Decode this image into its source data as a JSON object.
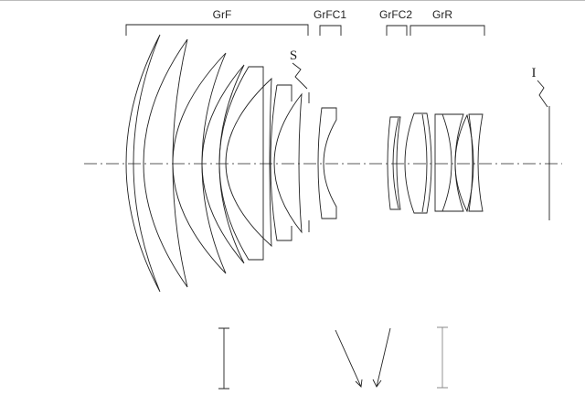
{
  "title": "Optical system lens cross-section",
  "groups": {
    "front": "GrF",
    "focus1": "GrFC1",
    "focus2": "GrFC2",
    "rear": "GrR"
  },
  "markers": {
    "stop": "S",
    "image_plane": "I"
  },
  "colors": {
    "line": "#222222",
    "grey_line": "#888888"
  }
}
